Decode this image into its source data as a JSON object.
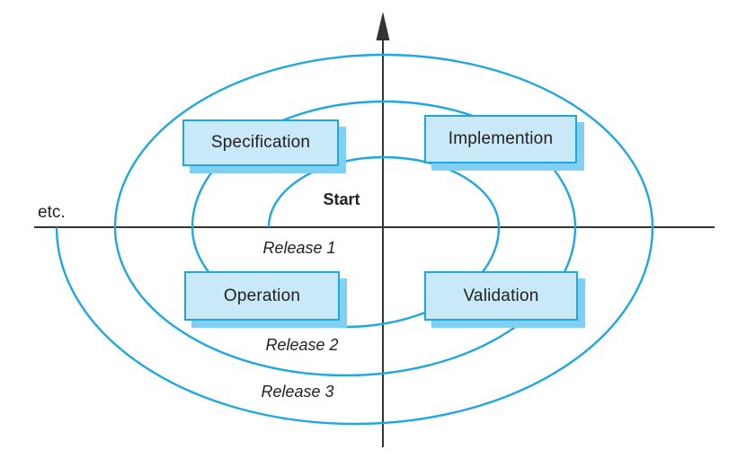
{
  "diagram": {
    "type": "spiral-development-model",
    "boxes": [
      {
        "id": "specification",
        "label": "Specification"
      },
      {
        "id": "implemention",
        "label": "Implemention"
      },
      {
        "id": "operation",
        "label": "Operation"
      },
      {
        "id": "validation",
        "label": "Validation"
      }
    ],
    "start_label": "Start",
    "etc_label": "etc.",
    "release_labels": [
      "Release 1",
      "Release 2",
      "Release 3"
    ],
    "colors": {
      "spiral": "#1ea7e0",
      "box_fill": "#c9e8f8",
      "box_border": "#1ea7e0",
      "box_shadow": "#7fd0f2",
      "axis": "#333333",
      "text": "#231f20"
    }
  }
}
